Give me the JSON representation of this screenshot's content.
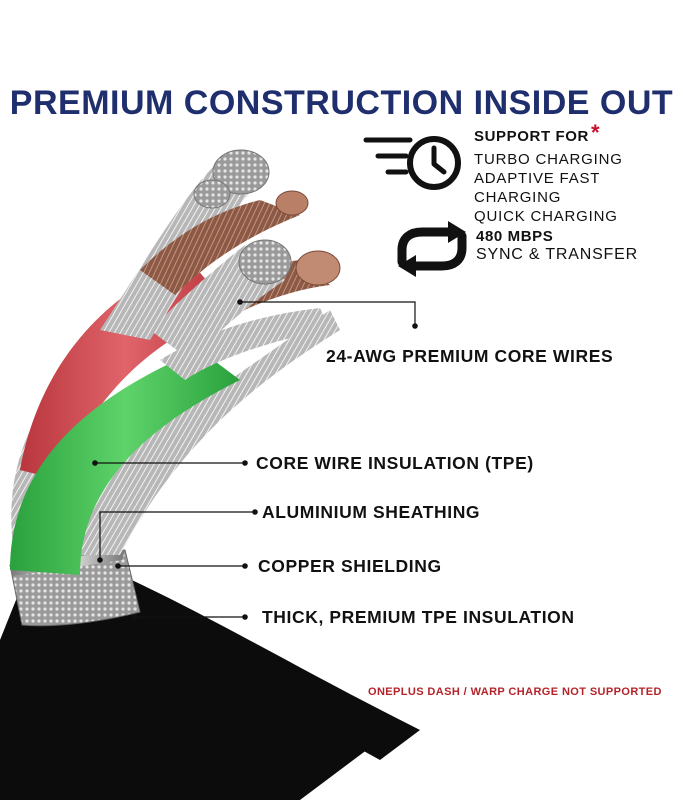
{
  "title": "PREMIUM CONSTRUCTION INSIDE OUT",
  "features": {
    "charging": {
      "icon": "fast-charging-clock-icon",
      "heading": "SUPPORT FOR",
      "asterisk": "*",
      "lines": [
        "TURBO CHARGING",
        "ADAPTIVE FAST CHARGING",
        "QUICK CHARGING"
      ]
    },
    "sync": {
      "icon": "sync-arrows-icon",
      "heading": "480 MBPS",
      "line": "SYNC & TRANSFER"
    }
  },
  "callouts": {
    "core_wires": "24-AWG PREMIUM CORE WIRES",
    "insulation": "CORE WIRE INSULATION (TPE)",
    "aluminium": "ALUMINIUM SHEATHING",
    "copper": "COPPER SHIELDING",
    "outer": "THICK, PREMIUM TPE INSULATION"
  },
  "disclaimer": "ONEPLUS DASH / WARP CHARGE NOT SUPPORTED",
  "colors": {
    "title": "#1f2f6e",
    "disclaimer": "#b4232a",
    "asterisk": "#c8102e",
    "red_wire": "#d0484e",
    "green_wire": "#3bbf4f",
    "jacket": "#0c0c0c"
  }
}
